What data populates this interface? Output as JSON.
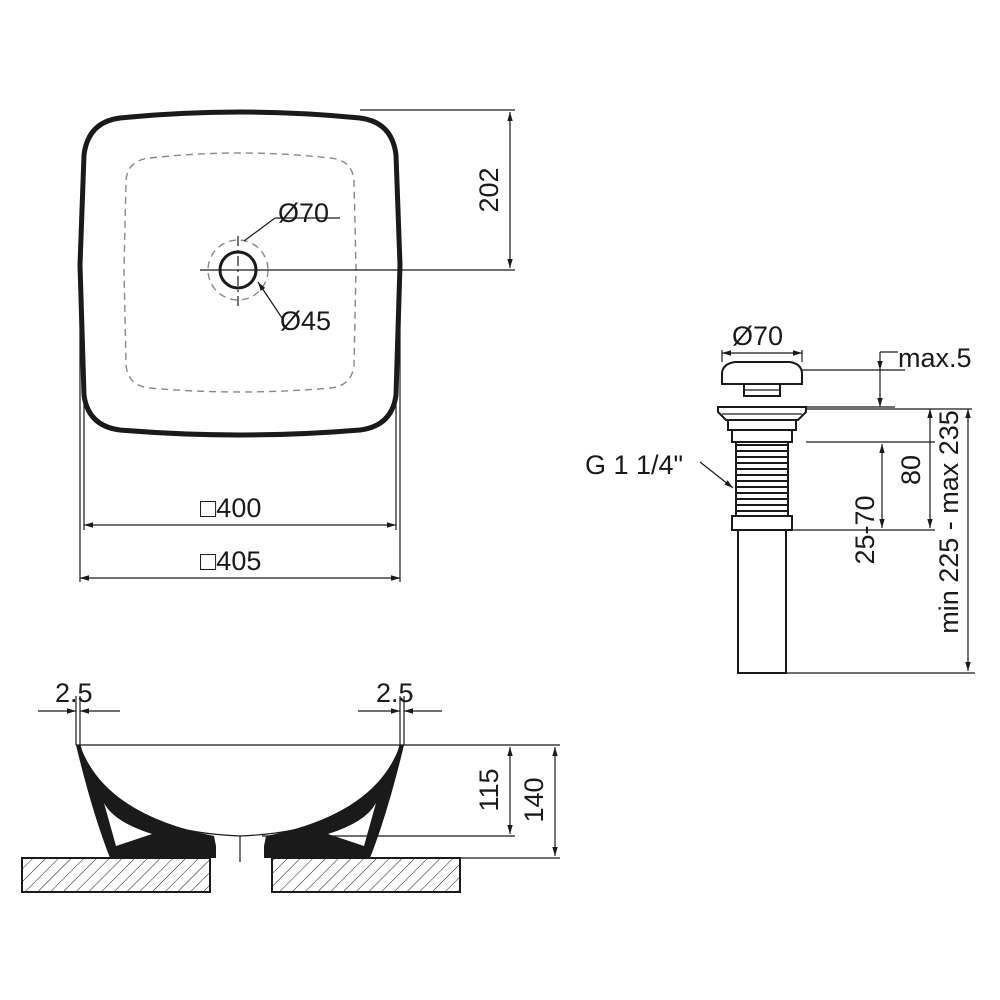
{
  "top_view": {
    "dim_height": "202",
    "dim_drain_outer": "Ø70",
    "dim_drain_inner": "Ø45",
    "dim_width_inner": "□400",
    "dim_width_outer": "□405"
  },
  "drain_view": {
    "dim_cap": "Ø70",
    "dim_max": "max.5",
    "thread_label": "G 1 1/4\"",
    "dim_body": "80",
    "dim_range": "25-70",
    "dim_total": "min 225 - max 235"
  },
  "side_view": {
    "dim_wall_left": "2.5",
    "dim_wall_right": "2.5",
    "dim_inner_depth": "115",
    "dim_total_height": "140"
  },
  "colors": {
    "line": "#1a1a1a",
    "hidden_line": "#888888",
    "background": "#ffffff"
  }
}
